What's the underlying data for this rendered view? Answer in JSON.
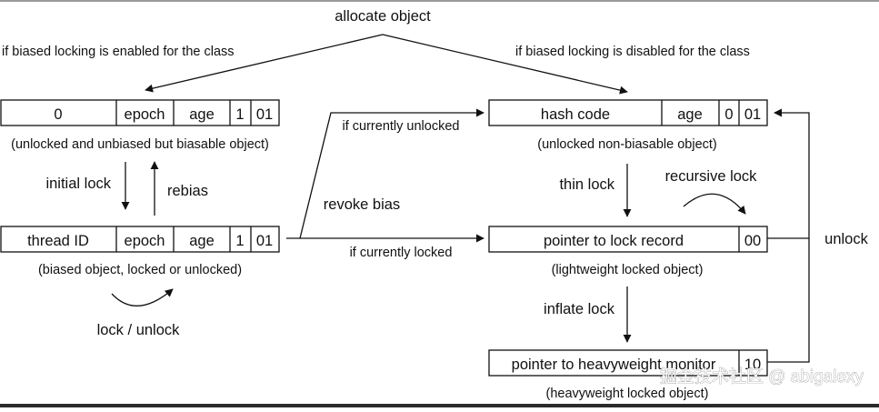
{
  "title": "allocate object",
  "branch_left": "if biased locking is enabled for the class",
  "branch_right": "if biased locking is disabled for the class",
  "rows": {
    "unbiased": {
      "cells": [
        "0",
        "epoch",
        "age",
        "1",
        "01"
      ],
      "caption": "(unlocked and unbiased but biasable object)"
    },
    "biased": {
      "cells": [
        "thread ID",
        "epoch",
        "age",
        "1",
        "01"
      ],
      "caption": "(biased object, locked or unlocked)"
    },
    "unlocked": {
      "cells": [
        "hash code",
        "age",
        "0",
        "01"
      ],
      "caption": "(unlocked non-biasable object)"
    },
    "thin": {
      "cells": [
        "pointer to lock record",
        "00"
      ],
      "caption": "(lightweight locked object)"
    },
    "fat": {
      "cells": [
        "pointer to heavyweight monitor",
        "10"
      ],
      "caption": "(heavyweight locked object)"
    }
  },
  "transitions": {
    "initial_lock": "initial lock",
    "rebias": "rebias",
    "lock_unlock": "lock / unlock",
    "revoke_bias": "revoke bias",
    "if_unlocked": "if currently unlocked",
    "if_locked": "if currently locked",
    "thin_lock": "thin lock",
    "recursive_lock": "recursive lock",
    "inflate_lock": "inflate lock",
    "unlock": "unlock"
  },
  "watermark": "掘金技术社区 @ abigalexy"
}
